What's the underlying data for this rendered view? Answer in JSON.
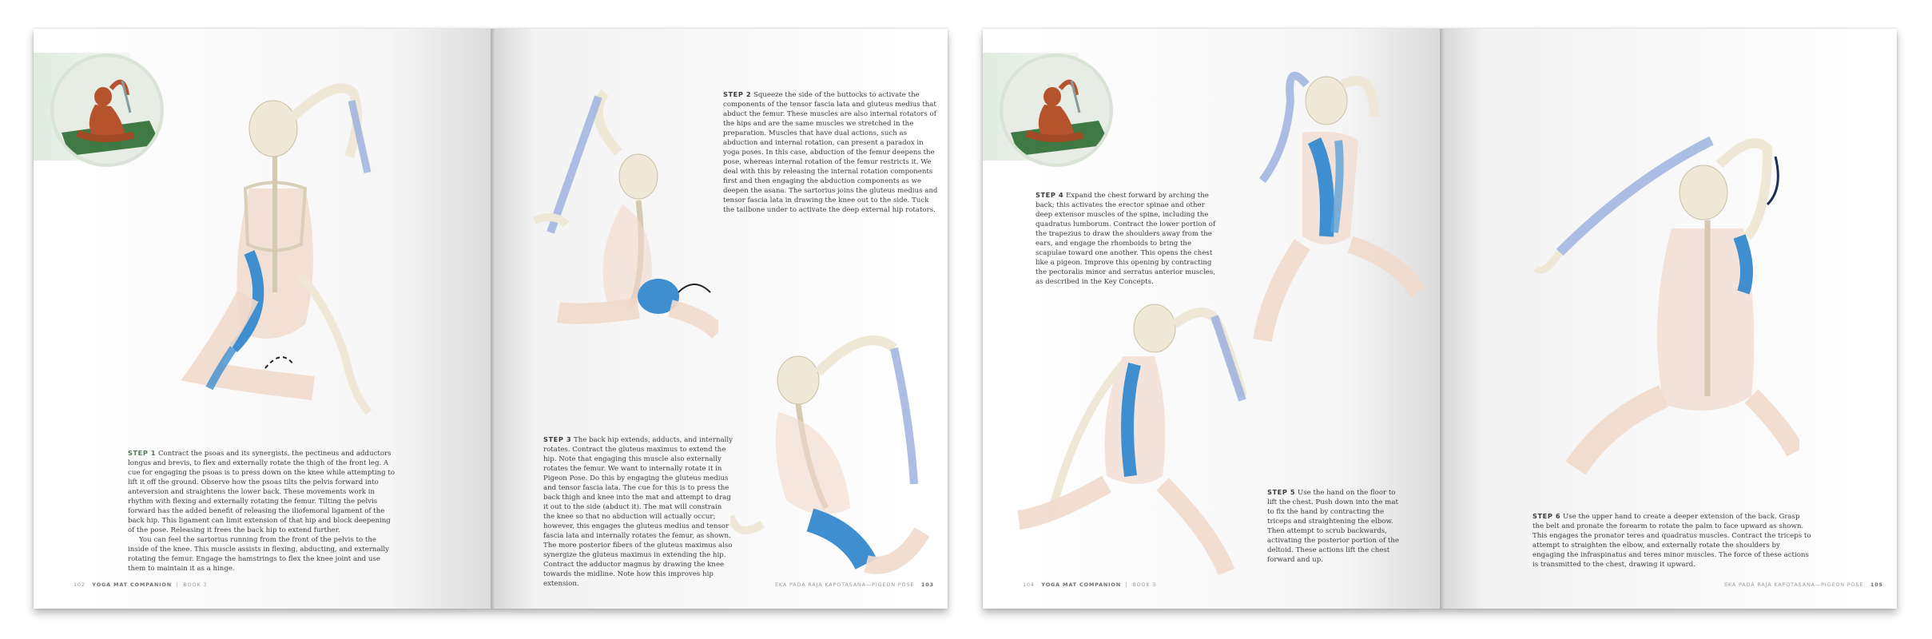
{
  "spreads": [
    {
      "left_page": {
        "steps": [
          {
            "label": "STEP 1",
            "paragraphs": [
              "Contract the psoas and its synergists, the pectineus and adductors longus and brevis, to flex and externally rotate the thigh of the front leg. A cue for engaging the psoas is to press down on the knee while attempting to lift it off the ground. Observe how the psoas tilts the pelvis forward into anteversion and straightens the lower back. These movements work in rhythm with flexing and externally rotating the femur. Tilting the pelvis forward has the added benefit of releasing the iliofemoral ligament of the back hip. This ligament can limit extension of that hip and block deepening of the pose. Releasing it frees the back hip to extend further.",
              "You can feel the sartorius running from the front of the pelvis to the inside of the knee. This muscle assists in flexing, abducting, and externally rotating the femur. Engage the hamstrings to flex the knee joint and use them to maintain it as a hinge."
            ]
          }
        ],
        "footer": {
          "page_number": "102",
          "book": "YOGA MAT COMPANION",
          "volume": "BOOK 3"
        }
      },
      "right_page": {
        "steps": [
          {
            "label": "STEP 2",
            "paragraphs": [
              "Squeeze the side of the buttocks to activate the components of the tensor fascia lata and gluteus medius that abduct the femur. These muscles are also internal rotators of the hips and are the same muscles we stretched in the preparation. Muscles that have dual actions, such as abduction and internal rotation, can present a paradox in yoga poses. In this case, abduction of the femur deepens the pose, whereas internal rotation of the femur restricts it. We deal with this by releasing the internal rotation components first and then engaging the abduction components as we deepen the asana. The sartorius joins the gluteus medius and tensor fascia lata in drawing the knee out to the side. Tuck the tailbone under to activate the deep external hip rotators."
            ]
          },
          {
            "label": "STEP 3",
            "paragraphs": [
              "The back hip extends, adducts, and internally rotates. Contract the gluteus maximus to extend the hip. Note that engaging this muscle also externally rotates the femur. We want to internally rotate it in Pigeon Pose. Do this by engaging the gluteus medius and tensor fascia lata. The cue for this is to press the back thigh and knee into the mat and attempt to drag it out to the side (abduct it). The mat will constrain the knee so that no abduction will actually occur; however, this engages the gluteus medius and tensor fascia lata and internally rotates the femur, as shown. The more posterior fibers of the gluteus maximus also synergize the gluteus maximus in extending the hip. Contract the adductor magnus by drawing the knee towards the midline. Note how this improves hip extension."
            ]
          }
        ],
        "footer": {
          "pose": "EKA PADA RAJA KAPOTASANA—PIGEON POSE",
          "page_number": "103"
        }
      }
    },
    {
      "left_page": {
        "steps": [
          {
            "label": "STEP 4",
            "paragraphs": [
              "Expand the chest forward by arching the back; this activates the erector spinae and other deep extensor muscles of the spine, including the quadratus lumborum. Contract the lower portion of the trapezius to draw the shoulders away from the ears, and engage the rhomboids to bring the scapulae toward one another. This opens the chest like a pigeon. Improve this opening by contracting the pectoralis minor and serratus anterior muscles, as described in the Key Concepts."
            ]
          },
          {
            "label": "STEP 5",
            "paragraphs": [
              "Use the hand on the floor to lift the chest. Push down into the mat to fix the hand by contracting the triceps and straightening the elbow. Then attempt to scrub backwards, activating the posterior portion of the deltoid. These actions lift the chest forward and up."
            ]
          }
        ],
        "footer": {
          "page_number": "104",
          "book": "YOGA MAT COMPANION",
          "volume": "BOOK 3"
        }
      },
      "right_page": {
        "steps": [
          {
            "label": "STEP 6",
            "paragraphs": [
              "Use the upper hand to create a deeper extension of the back. Grasp the belt and pronate the forearm to rotate the palm to face upward as shown. This engages the pronator teres and quadratus muscles. Contract the triceps to attempt to straighten the elbow, and externally rotate the shoulders by engaging the infraspinatus and teres minor muscles. The force of these actions is transmitted to the chest, drawing it upward."
            ]
          }
        ],
        "footer": {
          "pose": "EKA PADA RAJA KAPOTASANA—PIGEON POSE",
          "page_number": "105"
        }
      }
    }
  ],
  "colors": {
    "muscle_blue": "#3f8fd0",
    "bone": "#efe8d6",
    "skin": "#f1d9cc",
    "belt": "#9fb3e0",
    "step1_label": "#4d7b58",
    "thumb_model": "#b5542c",
    "thumb_mat": "#3f7a44"
  },
  "icons": [
    "anatomy-figure-illustration",
    "pose-thumbnail-photo",
    "step-arrow-marker"
  ]
}
